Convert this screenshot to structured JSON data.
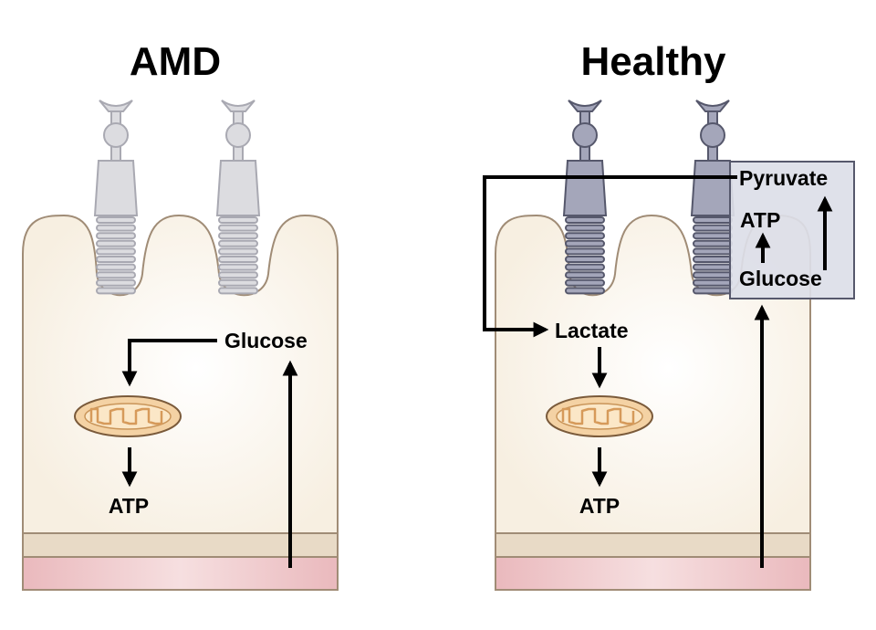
{
  "panels": {
    "amd": {
      "title": "AMD",
      "glucose": "Glucose",
      "atp": "ATP"
    },
    "healthy": {
      "title": "Healthy",
      "pyruvate": "Pyruvate",
      "atp_inner": "ATP",
      "glucose": "Glucose",
      "lactate": "Lactate",
      "atp": "ATP"
    }
  },
  "colors": {
    "cell_fill": "#f8f0e2",
    "cell_stroke": "#a08c76",
    "bruch_band": "#e8dac6",
    "choroid_band": "#efc9cc",
    "photoreceptor_amd": "#dcdce0",
    "photoreceptor_healthy": "#a4a6ba",
    "photoreceptor_box": "#dcdee8",
    "mito_fill": "#f4d2a4",
    "mito_stroke": "#7a5a3a"
  },
  "icons": {
    "mitochondrion": "mitochondrion-icon",
    "photoreceptor": "photoreceptor-icon"
  }
}
